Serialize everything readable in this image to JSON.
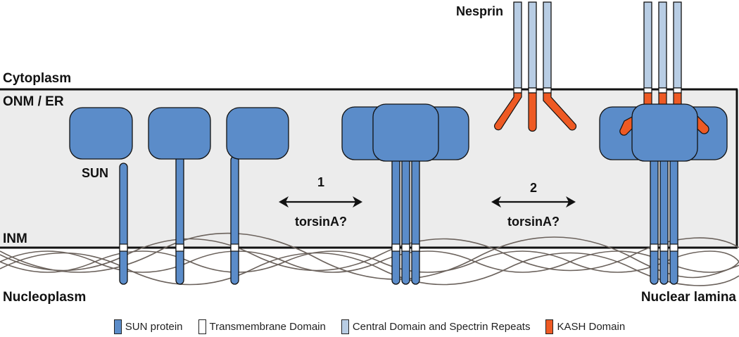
{
  "labels": {
    "cytoplasm": "Cytoplasm",
    "onm_er": "ONM / ER",
    "inm": "INM",
    "nucleoplasm": "Nucleoplasm",
    "nuclear_lamina": "Nuclear lamina",
    "sun": "SUN",
    "nesprin": "Nesprin"
  },
  "steps": [
    {
      "number": "1",
      "label": "torsinA?"
    },
    {
      "number": "2",
      "label": "torsinA?"
    }
  ],
  "legend": [
    {
      "label": "SUN protein",
      "color": "#5b8cc9"
    },
    {
      "label": "Transmembrane Domain",
      "color": "#ffffff"
    },
    {
      "label": "Central Domain and Spectrin Repeats",
      "color": "#b8cde4"
    },
    {
      "label": "KASH Domain",
      "color": "#ee5a24"
    }
  ],
  "colors": {
    "sun_protein": "#5b8cc9",
    "transmembrane": "#ffffff",
    "central_domain": "#b8cde4",
    "kash": "#ee5a24",
    "perinuclear_space": "#ececec",
    "lamina": "#6b625c"
  }
}
